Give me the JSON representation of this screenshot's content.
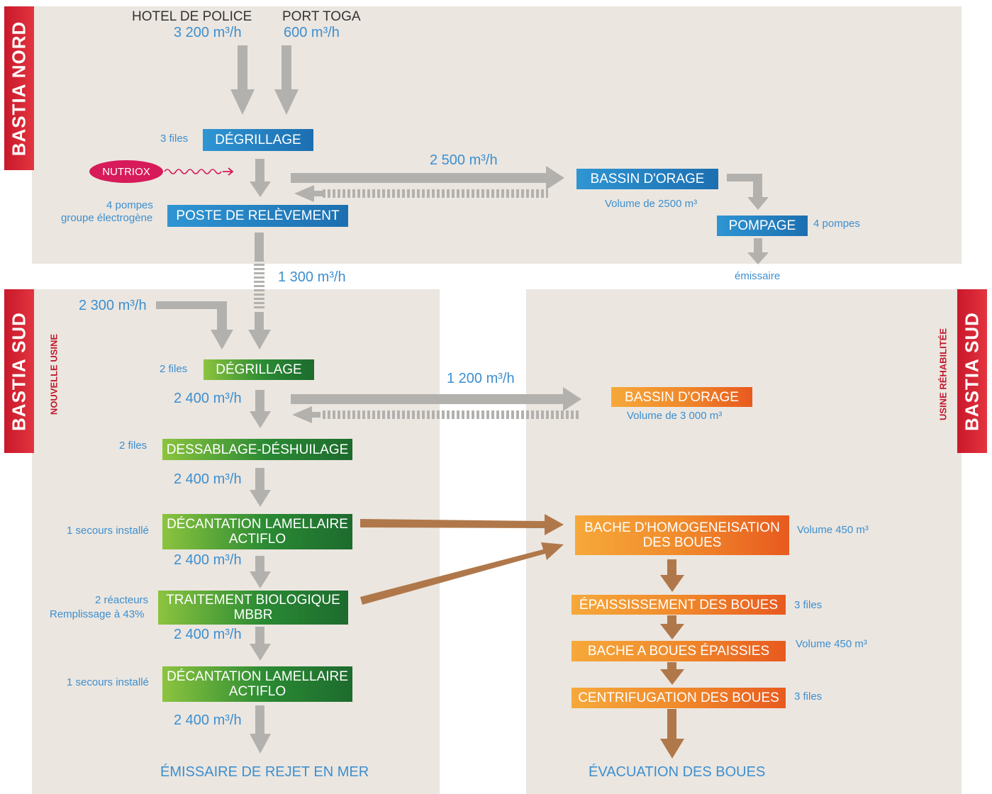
{
  "regions": {
    "nord": "BASTIA NORD",
    "sud_left": "BASTIA SUD",
    "sud_right": "BASTIA SUD",
    "nouvelle_usine": "NOUVELLE USINE",
    "usine_rehab": "USINE RÉHABILITÉE"
  },
  "nord": {
    "source1_name": "HOTEL DE POLICE",
    "source1_flow": "3 200 m³/h",
    "source2_name": "PORT TOGA",
    "source2_flow": "600 m³/h",
    "degrillage_note": "3 files",
    "degrillage": "DÉGRILLAGE",
    "nutriox": "NUTRIOX",
    "poste_note1": "4 pompes",
    "poste_note2": "groupe électrogène",
    "poste": "POSTE DE RELÈVEMENT",
    "flow_to_bassin": "2 500 m³/h",
    "bassin": "BASSIN D'ORAGE",
    "bassin_volume": "Volume de 2500 m³",
    "pompage": "POMPAGE",
    "pompage_note": "4 pompes",
    "emissaire": "émissaire",
    "flow_down": "1 300 m³/h"
  },
  "sud": {
    "inflow": "2 300 m³/h",
    "degrillage_note": "2 files",
    "degrillage": "DÉGRILLAGE",
    "flow1": "2 400 m³/h",
    "flow_to_bassin": "1 200 m³/h",
    "bassin": "BASSIN D'ORAGE",
    "bassin_volume": "Volume de 3 000 m³",
    "dessablage_note": "2 files",
    "dessablage": "DESSABLAGE-DÉSHUILAGE",
    "flow2": "2 400 m³/h",
    "decant1_note": "1 secours installé",
    "decant1_line1": "DÉCANTATION LAMELLAIRE",
    "decant1_line2": "ACTIFLO",
    "flow3": "2 400 m³/h",
    "bio_note1": "2 réacteurs",
    "bio_note2": "Remplissage à 43%",
    "bio_line1": "TRAITEMENT BIOLOGIQUE",
    "bio_line2": "MBBR",
    "flow4": "2 400 m³/h",
    "decant2_note": "1 secours installé",
    "decant2_line1": "DÉCANTATION LAMELLAIRE",
    "decant2_line2": "ACTIFLO",
    "flow5": "2 400 m³/h",
    "emissaire_rejet": "ÉMISSAIRE DE REJET EN MER",
    "bache_line1": "BACHE D'HOMOGENEISATION",
    "bache_line2": "DES BOUES",
    "bache_volume": "Volume 450 m³",
    "epaississement": "ÉPAISSISSEMENT DES BOUES",
    "epaississement_note": "3 files",
    "bache_epaisses": "BACHE A BOUES ÉPAISSIES",
    "bache_epaisses_volume": "Volume 450 m³",
    "centrifugation": "CENTRIFUGATION DES BOUES",
    "centrifugation_note": "3 files",
    "evacuation": "ÉVACUATION DES BOUES"
  },
  "colors": {
    "panel": "#ebe6e0",
    "blue": "#2a82c6",
    "green": "#2a8a33",
    "orange": "#f08a2b",
    "red": "#d4202f",
    "arrow_grey": "#b3b1ae",
    "arrow_brown": "#b0784a",
    "text_blue": "#3d8fcf"
  }
}
